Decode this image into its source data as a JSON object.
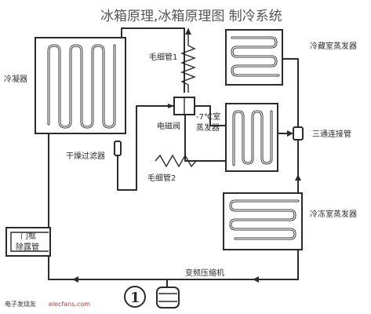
{
  "title": "冰箱原理,冰箱原理图 制冷系统",
  "labels": {
    "condenser": "冷凝器",
    "capillary1": "毛细管1",
    "solenoid_valve": "电磁阀",
    "fridge_evaporator": "冷藏室蒸发器",
    "mid_room_a": "-7℃室",
    "mid_room_b": "蒸发器",
    "three_way": "三通连接管",
    "dry_filter": "干燥过滤器",
    "capillary2": "毛细管2",
    "freezer_evaporator": "冷冻室蒸发器",
    "door_frame_a": "门框",
    "door_frame_b": "除露管",
    "compressor": "变频压缩机"
  },
  "figure_number": "1",
  "watermark": {
    "site": "elecfans.com",
    "cn": "电子发烧友"
  },
  "colors": {
    "line": "#2b2b2b",
    "title": "#555555",
    "watermark": "#b33a2a"
  }
}
